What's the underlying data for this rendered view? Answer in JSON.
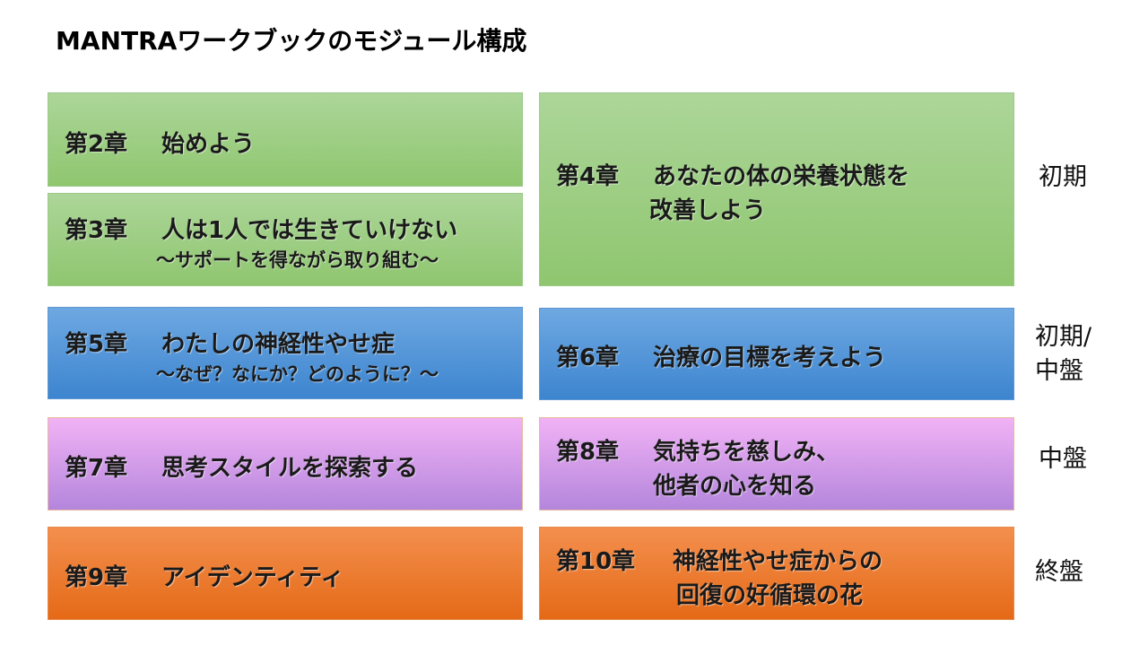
{
  "title": "MANTRAワークブックのモジュール構成",
  "chapters": {
    "ch2": {
      "num": "第2章",
      "title": "始めよう"
    },
    "ch3": {
      "num": "第3章",
      "title": "人は1人では生きていけない",
      "subtitle": "～サポートを得ながら取り組む～"
    },
    "ch4": {
      "num": "第4章",
      "title": "あなたの体の栄養状態を",
      "title2": "改善しよう"
    },
    "ch5": {
      "num": "第5章",
      "title": "わたしの神経性やせ症",
      "subtitle": "～なぜ？なにか？どのように？～"
    },
    "ch6": {
      "num": "第6章",
      "title": "治療の目標を考えよう"
    },
    "ch7": {
      "num": "第7章",
      "title": "思考スタイルを探索する"
    },
    "ch8": {
      "num": "第8章",
      "title": "気持ちを慈しみ、",
      "title2": "他者の心を知る"
    },
    "ch9": {
      "num": "第9章",
      "title": "アイデンティティ"
    },
    "ch10": {
      "num": "第10章",
      "title": "神経性やせ症からの",
      "title2": "回復の好循環の花"
    }
  },
  "phases": {
    "early": "初期",
    "early_mid_1": "初期/",
    "early_mid_2": "中盤",
    "mid": "中盤",
    "late": "終盤"
  },
  "colors": {
    "green": "#8fc66f",
    "blue": "#3d85cf",
    "purple": "#b486dc",
    "orange": "#e56a17"
  }
}
